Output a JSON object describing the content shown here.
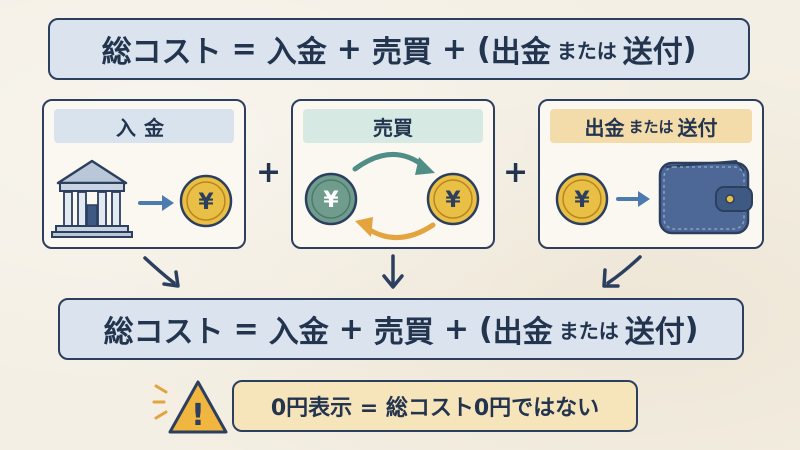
{
  "formula_top": {
    "lhs": "総コスト",
    "equals": "=",
    "term1": "入金",
    "plus1": "+",
    "term2": "売買",
    "plus2": "+",
    "paren_open": "(",
    "term3": "出金",
    "connector": "または",
    "term4": "送付",
    "paren_close": ")"
  },
  "formula_bottom": {
    "lhs": "総コスト",
    "equals": "=",
    "term1": "入金",
    "plus1": "+",
    "term2": "売買",
    "plus2": "+",
    "paren_open": "(",
    "term3": "出金",
    "connector": "または",
    "term4": "送付",
    "paren_close": ")"
  },
  "cards": {
    "deposit": {
      "title": "入金",
      "icons": [
        "bank-icon",
        "arrow-right-icon",
        "yen-coin-icon"
      ]
    },
    "trade": {
      "title": "売買",
      "icons": [
        "yen-coin-icon",
        "exchange-arrows-icon",
        "yen-coin-icon"
      ]
    },
    "withdraw": {
      "title_main": "出金",
      "title_connector": "または",
      "title_end": "送付",
      "icons": [
        "yen-coin-icon",
        "arrow-right-icon",
        "wallet-icon"
      ]
    }
  },
  "operators": {
    "plus1": "+",
    "plus2": "+"
  },
  "coin_symbol": "¥",
  "warning": {
    "icon_mark": "!",
    "text": "0円表示 = 総コスト0円ではない"
  },
  "colors": {
    "navy": "#2c3f5e",
    "banner_blue": "#dbe4ee",
    "teal": "#d6e9e2",
    "orange": "#f3dcaa",
    "coin_gold": "#e9bf45",
    "coin_teal": "#6f9c8c",
    "arrow_teal": "#4f8d86",
    "arrow_orange": "#e3a33e",
    "warning_bg": "#f6e4ba"
  }
}
